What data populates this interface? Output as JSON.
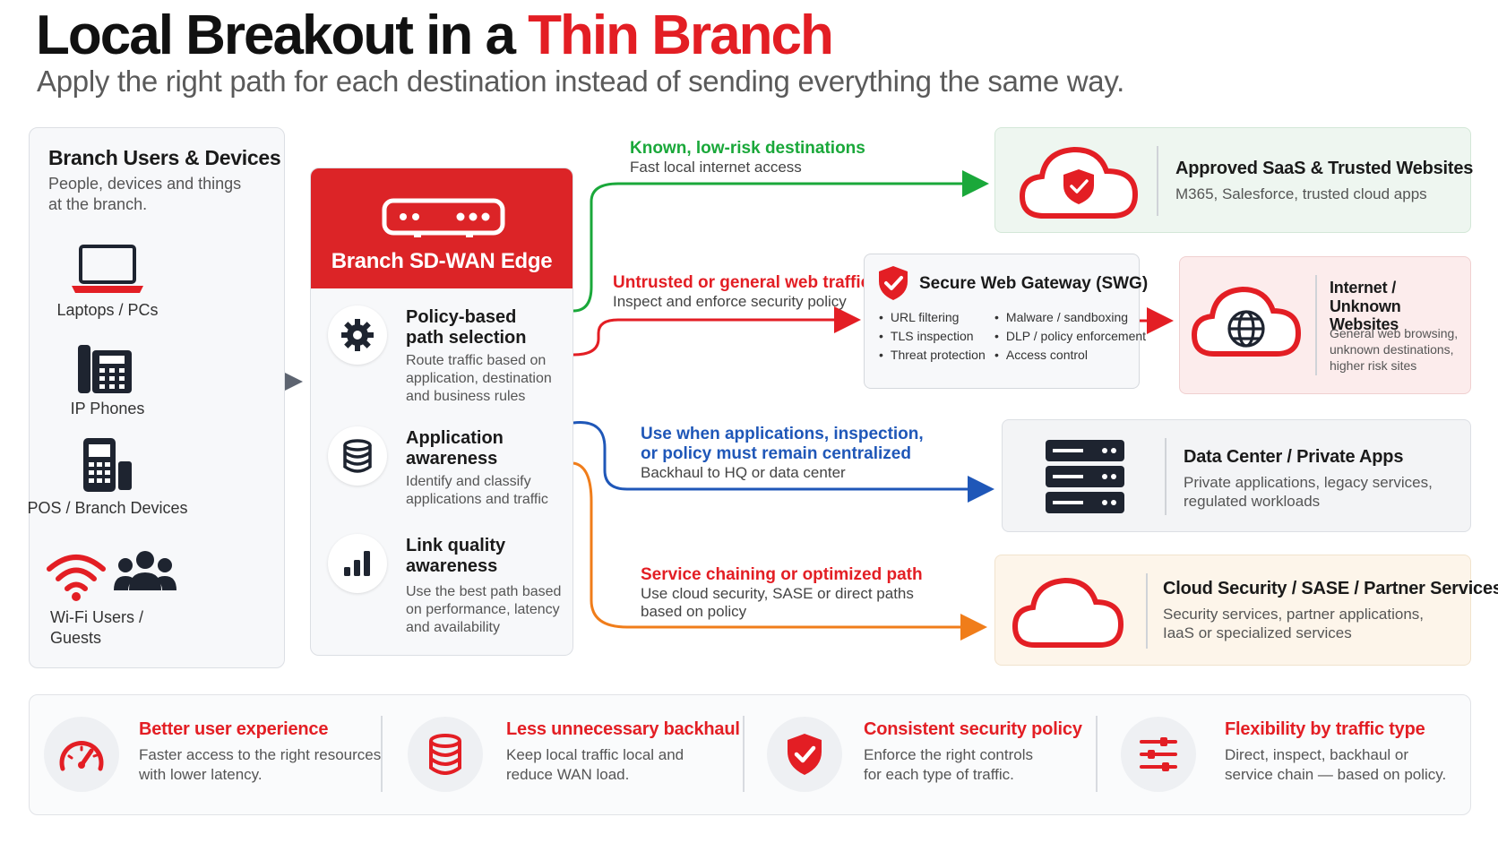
{
  "header": {
    "title_main": "Local Breakout in a ",
    "title_accent": "Thin Branch",
    "subtitle": "Apply the right path for each destination instead of sending everything the same way."
  },
  "branch": {
    "title": "Branch Users & Devices",
    "subtitle_line1": "People, devices and things",
    "subtitle_line2": "at the branch.",
    "devices": [
      {
        "label": "Laptops / PCs",
        "icon": "laptop-icon"
      },
      {
        "label": "IP Phones",
        "icon": "desk-phone-icon"
      },
      {
        "label": "POS / Branch Devices",
        "icon": "pos-terminal-icon"
      },
      {
        "label_line1": "Wi-Fi Users /",
        "label_line2": "Guests",
        "icon": "wifi-users-icon"
      }
    ]
  },
  "edge": {
    "title": "Branch SD-WAN Edge",
    "features": [
      {
        "title_line1": "Policy-based",
        "title_line2": "path selection",
        "desc_line1": "Route traffic based on",
        "desc_line2": "application, destination",
        "desc_line3": "and business rules",
        "icon": "gear-icon"
      },
      {
        "title_line1": "Application",
        "title_line2": "awareness",
        "desc_line1": "Identify and classify",
        "desc_line2": "applications and traffic",
        "icon": "database-icon"
      },
      {
        "title_line1": "Link quality",
        "title_line2": "awareness",
        "desc_line1": "Use the best path based",
        "desc_line2": "on performance, latency",
        "desc_line3": "and availability",
        "icon": "signal-bars-icon"
      }
    ]
  },
  "paths": [
    {
      "title": "Known, low-risk destinations",
      "desc": "Fast local internet access",
      "color": "#1aa83a"
    },
    {
      "title": "Untrusted or general web traffic",
      "desc": "Inspect and enforce security policy",
      "color": "#e31e24"
    },
    {
      "title_line1": "Use when applications, inspection,",
      "title_line2": "or policy must remain centralized",
      "desc": "Backhaul to HQ or data center",
      "color": "#1f57b8"
    },
    {
      "title": "Service chaining or optimized path",
      "desc_line1": "Use cloud security, SASE or direct paths",
      "desc_line2": "based on policy",
      "color": "#e31e24",
      "arrow_color": "#f07d1a"
    }
  ],
  "swg": {
    "title": "Secure Web Gateway (SWG)",
    "items_left": [
      "URL filtering",
      "TLS inspection",
      "Threat protection"
    ],
    "items_right": [
      "Malware / sandboxing",
      "DLP / policy enforcement",
      "Access control"
    ]
  },
  "destinations": [
    {
      "title": "Approved SaaS & Trusted Websites",
      "desc": "M365, Salesforce, trusted cloud apps",
      "bg": "#eef6f0",
      "icon": "cloud-shield-icon"
    },
    {
      "title_line1": "Internet / Unknown",
      "title_line2": "Websites",
      "desc_line1": "General web browsing,",
      "desc_line2": "unknown destinations,",
      "desc_line3": "higher risk sites",
      "bg": "#fcecec",
      "icon": "cloud-globe-icon"
    },
    {
      "title": "Data Center / Private Apps",
      "desc_line1": "Private applications, legacy services,",
      "desc_line2": "regulated workloads",
      "bg": "#f3f4f6",
      "icon": "server-stack-icon"
    },
    {
      "title": "Cloud Security / SASE / Partner Services",
      "desc_line1": "Security services, partner applications,",
      "desc_line2": "IaaS or specialized services",
      "bg": "#fdf5ea",
      "icon": "cloud-outline-icon"
    }
  ],
  "benefits": [
    {
      "title": "Better user experience",
      "desc_line1": "Faster access to the right resources",
      "desc_line2": "with lower latency.",
      "icon": "speedometer-icon"
    },
    {
      "title": "Less unnecessary backhaul",
      "desc_line1": "Keep local traffic local and",
      "desc_line2": "reduce WAN load.",
      "icon": "database-icon"
    },
    {
      "title": "Consistent security policy",
      "desc_line1": "Enforce the right controls",
      "desc_line2": "for each type of traffic.",
      "icon": "shield-check-icon"
    },
    {
      "title": "Flexibility by traffic type",
      "desc_line1": "Direct, inspect, backhaul or",
      "desc_line2": "service chain — based on policy.",
      "icon": "sliders-icon"
    }
  ],
  "colors": {
    "accent": "#e31e24",
    "green": "#1aa83a",
    "blue": "#1f57b8",
    "orange": "#f07d1a",
    "dark": "#1e2430"
  }
}
